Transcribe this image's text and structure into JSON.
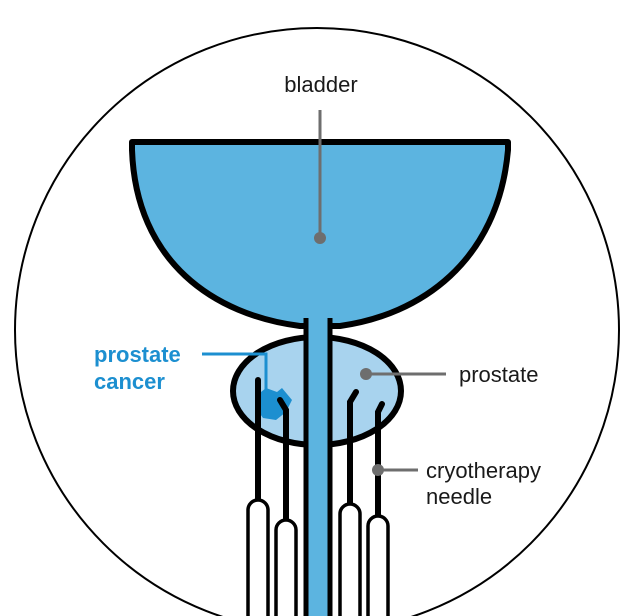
{
  "labels": {
    "bladder": "bladder",
    "prostate": "prostate",
    "prostate_cancer_line1": "prostate",
    "prostate_cancer_line2": "cancer",
    "cryotherapy_line1": "cryotherapy",
    "cryotherapy_line2": "needle"
  },
  "colors": {
    "bladder_fill": "#5cb4e0",
    "prostate_fill": "#a8d3ee",
    "cancer": "#1c8fd0",
    "leader_line": "#6e6e6e",
    "outline": "#000000",
    "background": "#ffffff"
  }
}
